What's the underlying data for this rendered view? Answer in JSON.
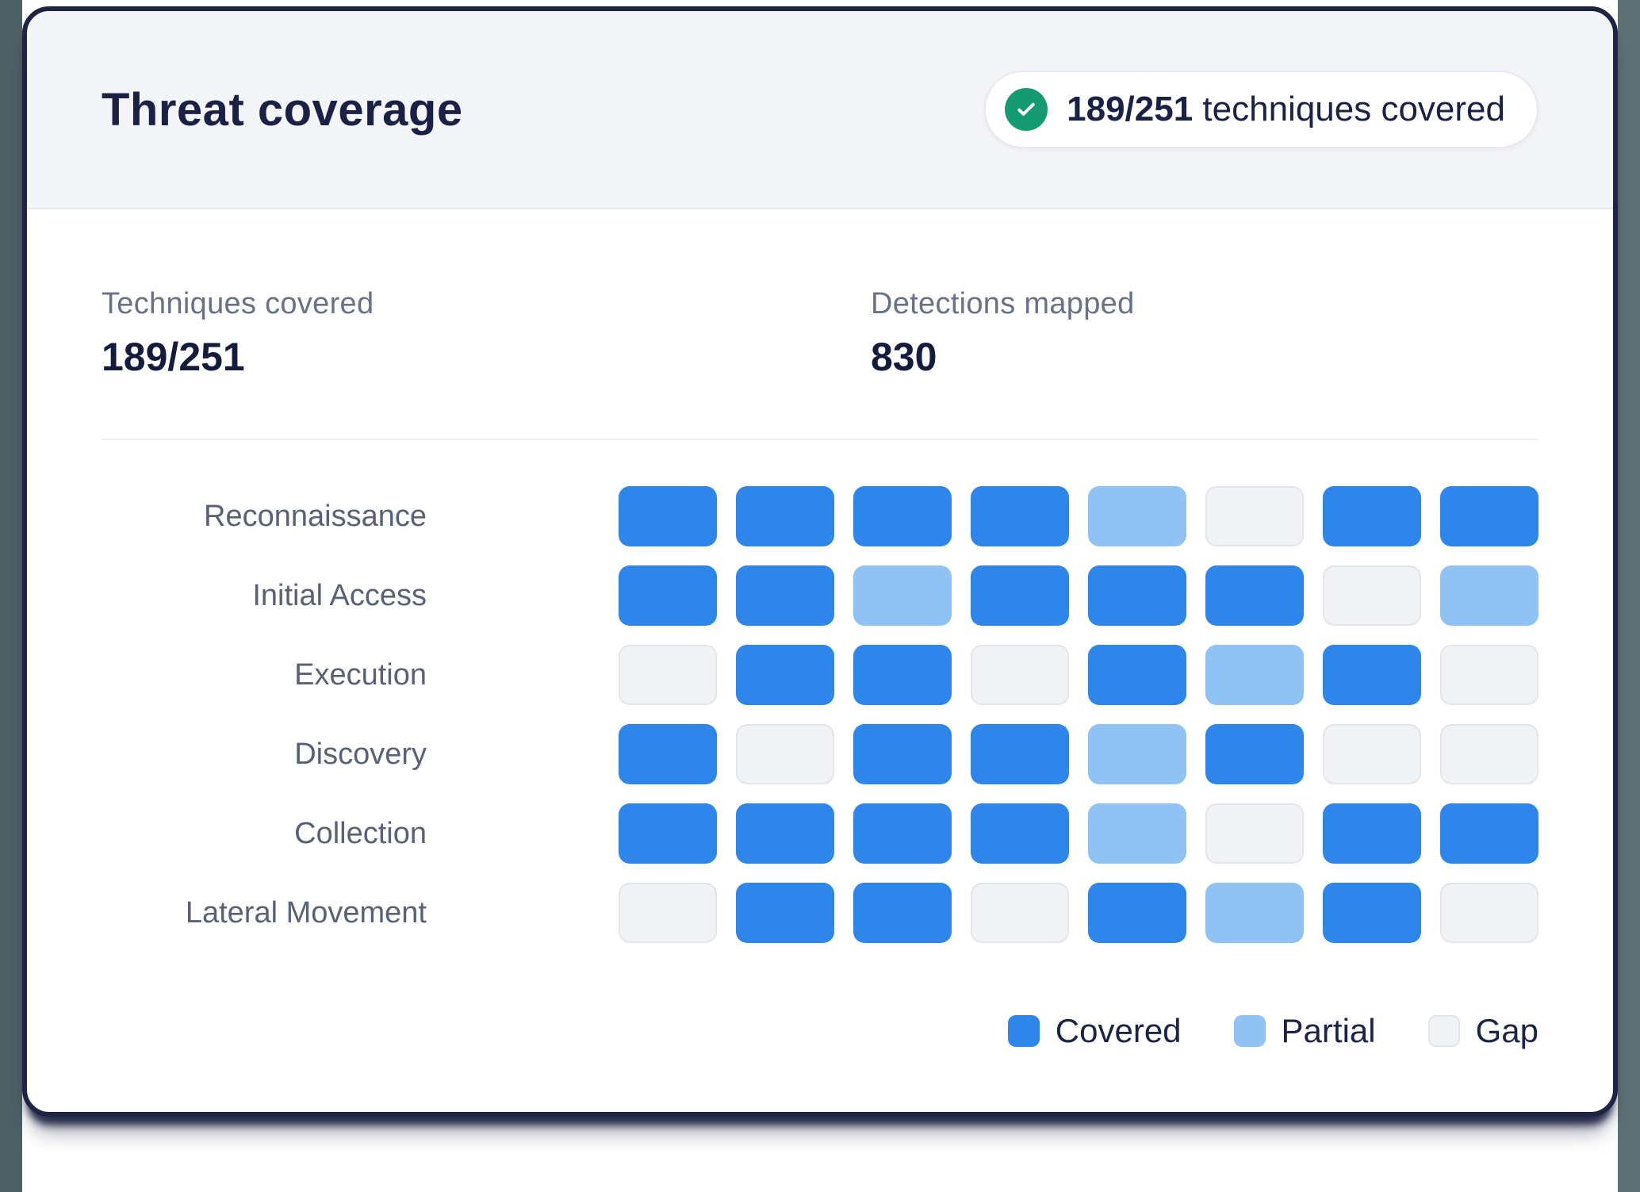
{
  "header": {
    "title": "Threat coverage",
    "badge": {
      "count": "189/251",
      "label": " techniques covered",
      "icon": "check-circle-icon"
    }
  },
  "stats": [
    {
      "label": "Techniques covered",
      "value": "189/251"
    },
    {
      "label": "Detections mapped",
      "value": "830"
    }
  ],
  "chart_data": {
    "type": "heatmap",
    "title": "Threat coverage",
    "rows": [
      "Reconnaissance",
      "Initial Access",
      "Execution",
      "Discovery",
      "Collection",
      "Lateral Movement"
    ],
    "columns": 8,
    "states_legend": [
      "covered",
      "partial",
      "gap"
    ],
    "cells": [
      [
        "covered",
        "covered",
        "covered",
        "covered",
        "partial",
        "gap",
        "covered",
        "covered"
      ],
      [
        "covered",
        "covered",
        "partial",
        "covered",
        "covered",
        "covered",
        "gap",
        "partial"
      ],
      [
        "gap",
        "covered",
        "covered",
        "gap",
        "covered",
        "partial",
        "covered",
        "gap"
      ],
      [
        "covered",
        "gap",
        "covered",
        "covered",
        "partial",
        "covered",
        "gap",
        "gap"
      ],
      [
        "covered",
        "covered",
        "covered",
        "covered",
        "partial",
        "gap",
        "covered",
        "covered"
      ],
      [
        "gap",
        "covered",
        "covered",
        "gap",
        "covered",
        "partial",
        "covered",
        "gap"
      ]
    ]
  },
  "legend": [
    {
      "state": "covered",
      "label": "Covered"
    },
    {
      "state": "partial",
      "label": "Partial"
    },
    {
      "state": "gap",
      "label": "Gap"
    }
  ],
  "colors": {
    "covered": "#2e86ea",
    "partial": "#90c3f4",
    "gap": "#f1f2f5",
    "green": "#149a71",
    "card_border": "#1e2442",
    "header_bg": "#f4f5f8",
    "title_text": "#1b2144"
  }
}
